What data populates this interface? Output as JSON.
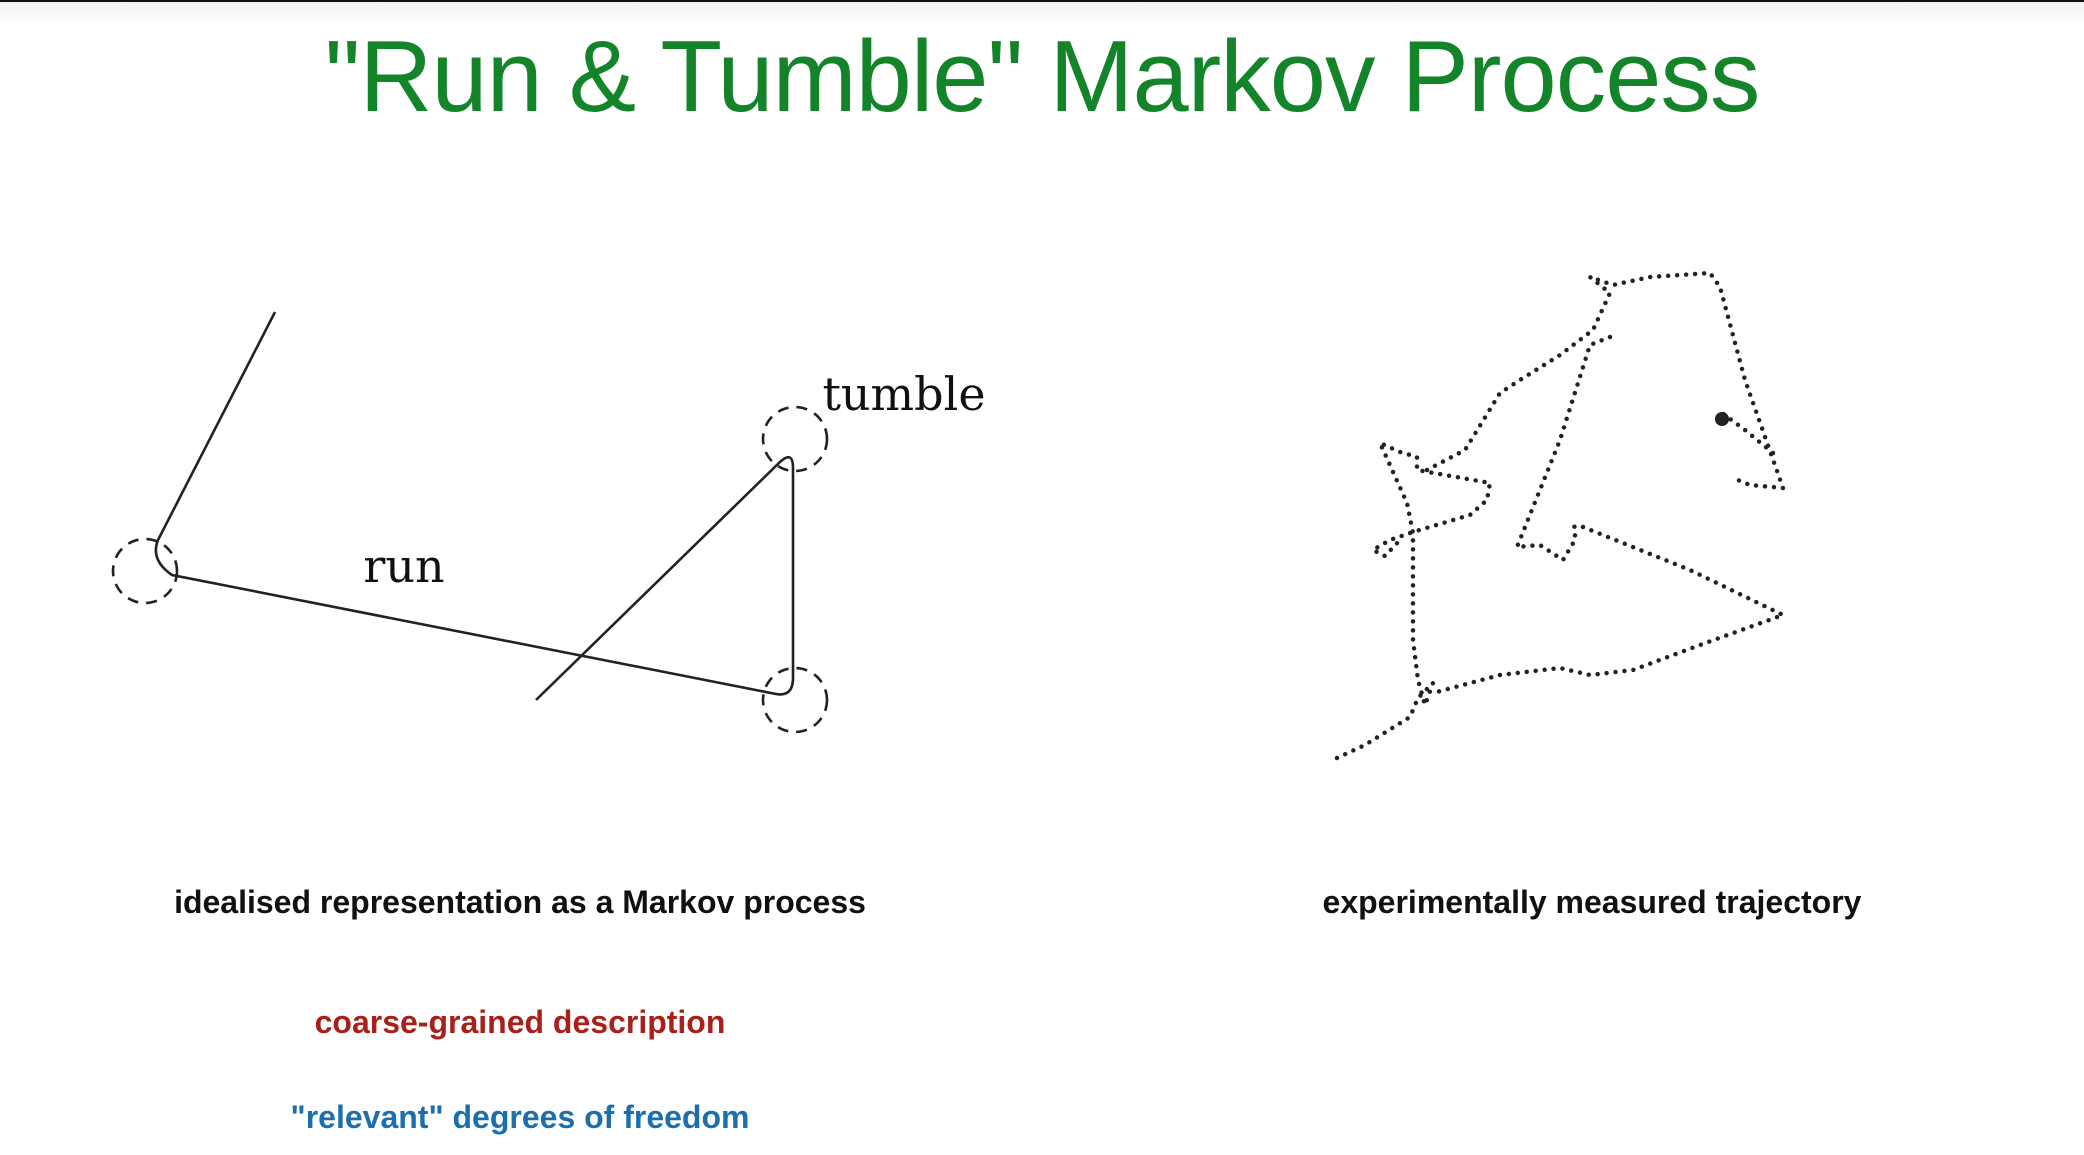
{
  "title": "\"Run & Tumble\" Markov Process",
  "diagram": {
    "run_label": "run",
    "tumble_label": "tumble",
    "caption": "idealised representation as a Markov process"
  },
  "trajectory": {
    "caption": "experimentally measured trajectory"
  },
  "notes": {
    "coarse": "coarse-grained description",
    "relevant": "\"relevant\" degrees of freedom"
  },
  "colors": {
    "title": "#14842b",
    "coarse": "#a8201a",
    "relevant": "#1b6fae"
  }
}
